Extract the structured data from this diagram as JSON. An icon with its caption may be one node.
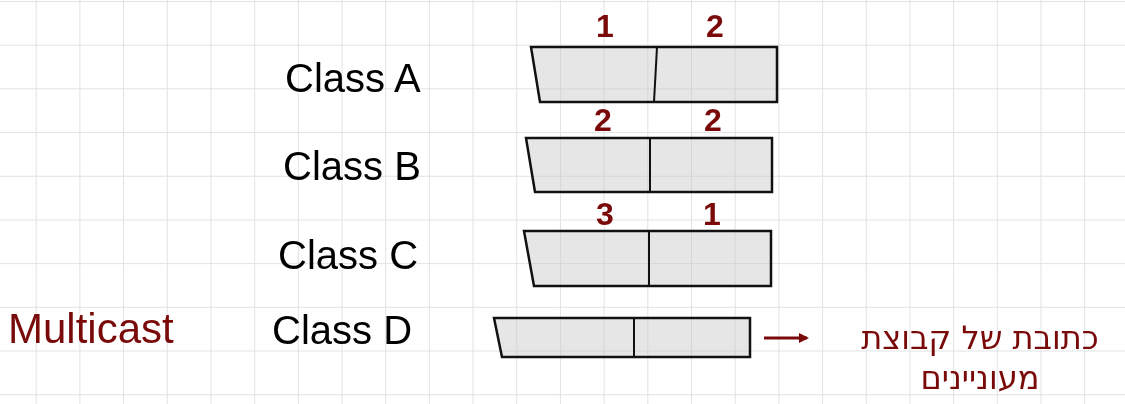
{
  "diagram": {
    "nodes": [
      {
        "text": [],
        "shape": "bar"
      },
      {
        "text": [],
        "shape": "bar"
      },
      {
        "text": [],
        "shape": "bar"
      },
      {
        "text": [],
        "shape": "bar"
      },
      {
        "text": [
          "כתובת של קבוצת מעוניינים"
        ]
      }
    ],
    "edges": [
      {
        "from": 3,
        "to": 4,
        "arrow": "to",
        "color": "#7a0a0a"
      }
    ],
    "labels": [
      "1",
      "2",
      "Class A",
      "2",
      "2",
      "Class B",
      "3",
      "1",
      "Class C",
      "Multicast",
      "Class D"
    ]
  }
}
